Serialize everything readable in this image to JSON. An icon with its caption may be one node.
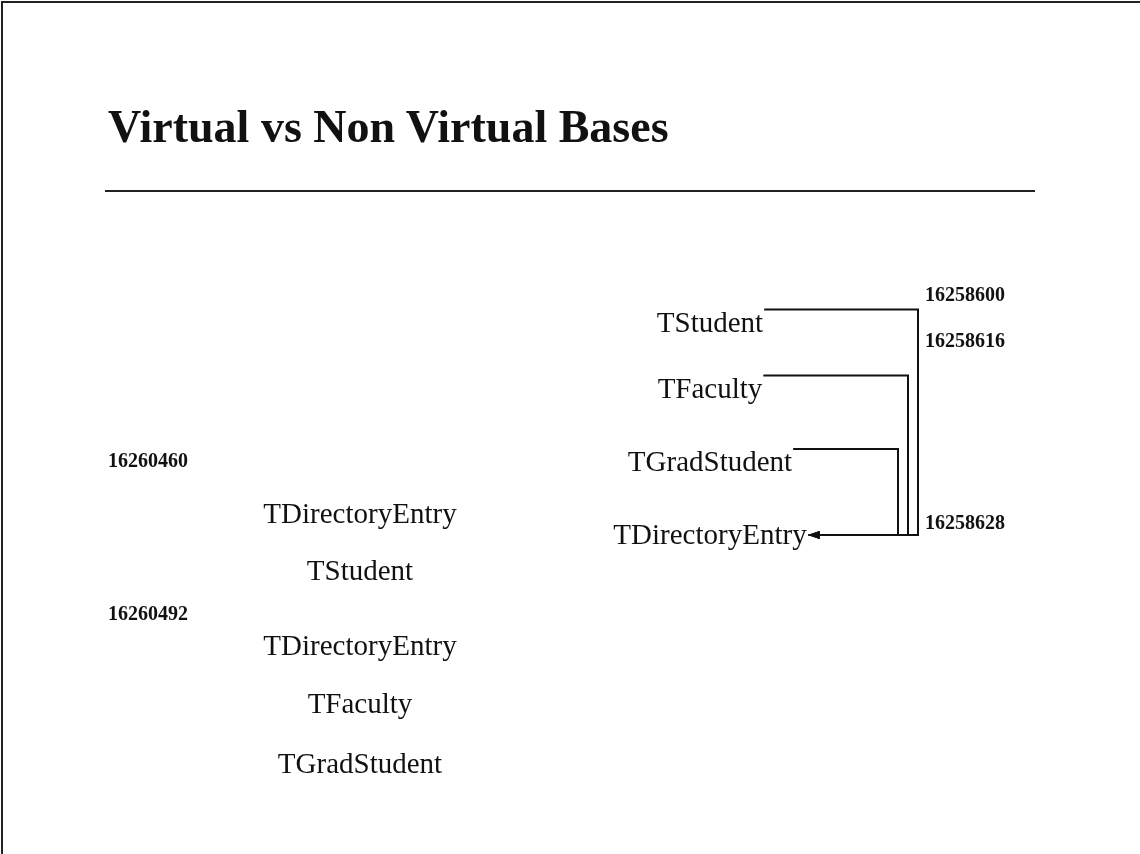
{
  "diagram": {
    "title": "Virtual vs Non Virtual Bases",
    "nodes": [
      {
        "text": [
          "TStudent"
        ]
      },
      {
        "text": [
          "TFaculty"
        ]
      },
      {
        "text": [
          "TGradStudent"
        ]
      },
      {
        "text": [
          "TDirectoryEntry"
        ]
      },
      {
        "text": [
          "TDirectoryEntry"
        ]
      },
      {
        "text": [
          "TStudent"
        ]
      },
      {
        "text": [
          "TDirectoryEntry"
        ]
      },
      {
        "text": [
          "TFaculty"
        ]
      },
      {
        "text": [
          "TGradStudent"
        ]
      }
    ],
    "edges": [
      {
        "from": 0,
        "to": 3,
        "arrow": "to"
      },
      {
        "from": 1,
        "to": 3,
        "arrow": "to"
      },
      {
        "from": 2,
        "to": 3,
        "arrow": "to"
      }
    ],
    "labels": [
      "16258600",
      "16258616",
      "16260460",
      "16258628",
      "16260492"
    ]
  }
}
